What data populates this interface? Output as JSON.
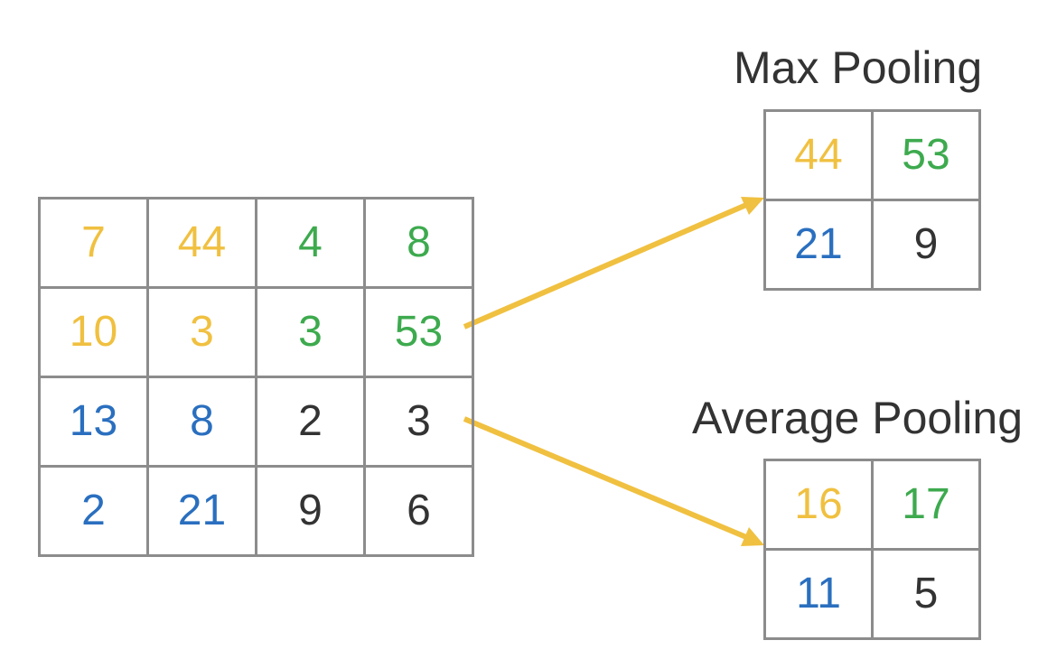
{
  "input_matrix": {
    "rows": [
      [
        "7",
        "44",
        "4",
        "8"
      ],
      [
        "10",
        "3",
        "3",
        "53"
      ],
      [
        "13",
        "8",
        "2",
        "3"
      ],
      [
        "2",
        "21",
        "9",
        "6"
      ]
    ]
  },
  "max_pooling": {
    "title": "Max Pooling",
    "rows": [
      [
        "44",
        "53"
      ],
      [
        "21",
        "9"
      ]
    ]
  },
  "average_pooling": {
    "title": "Average Pooling",
    "rows": [
      [
        "16",
        "17"
      ],
      [
        "11",
        "5"
      ]
    ]
  },
  "colors": {
    "top_left_quadrant": "#f0c040",
    "top_right_quadrant": "#3daa4e",
    "bottom_left_quadrant": "#2a6fbf",
    "bottom_right_quadrant": "#333333",
    "arrow": "#f0c040",
    "grid_border": "#8c8c8c"
  }
}
